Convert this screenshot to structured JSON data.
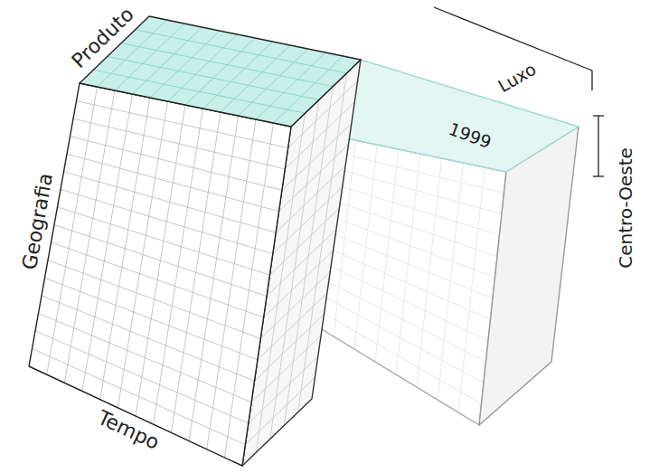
{
  "diagram": {
    "labels": [
      "Produto",
      "Geografia",
      "Tempo",
      "Luxo",
      "1999",
      "Centro-Oeste"
    ]
  }
}
